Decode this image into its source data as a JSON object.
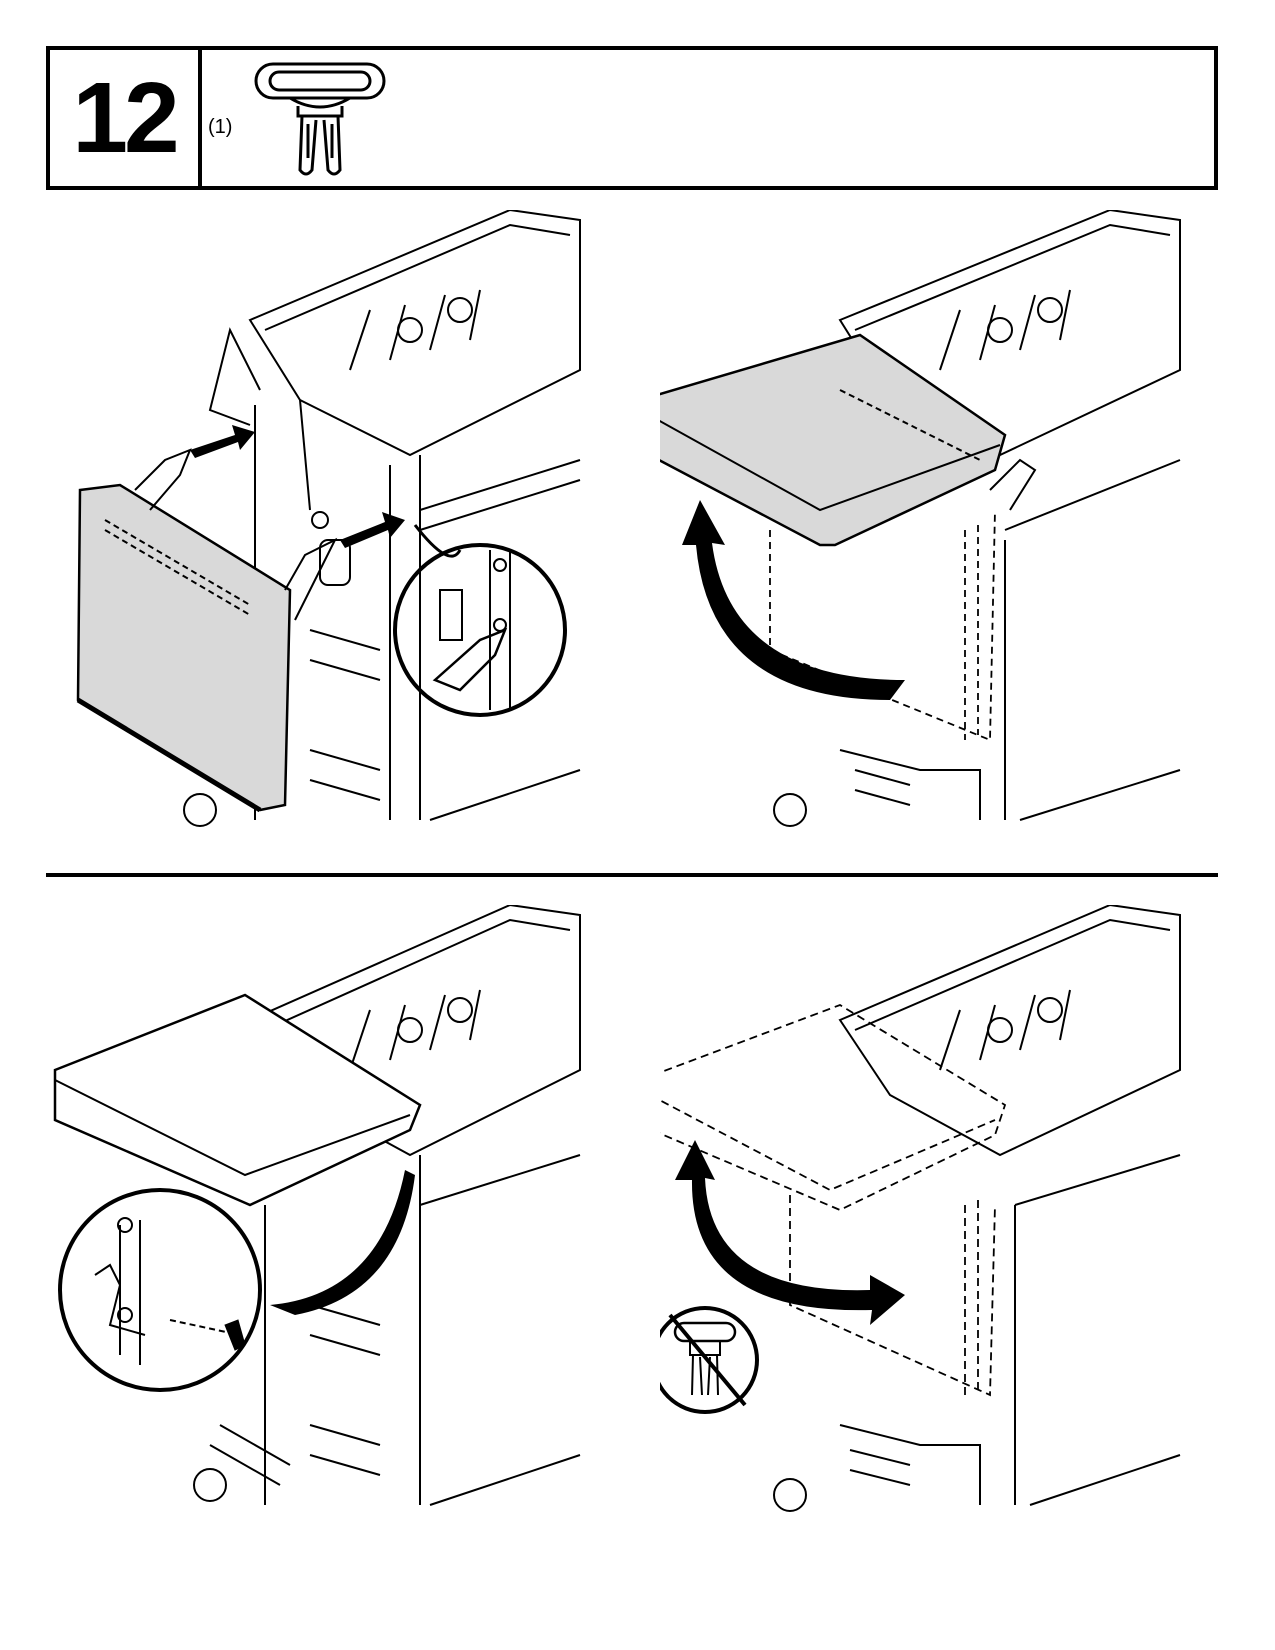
{
  "step": {
    "number": "12",
    "quantity": "(1)",
    "part_icon": "handle-pin-icon"
  },
  "panels": [
    {
      "id": "attach-side-shelf",
      "icons": [
        "side-shelf-icon",
        "arrow-right-icon",
        "zoom-inset-bracket-icon"
      ]
    },
    {
      "id": "rotate-shelf-up",
      "icons": [
        "curved-arrow-icon",
        "shelf-phantom-icon"
      ]
    },
    {
      "id": "insert-pin",
      "icons": [
        "zoom-inset-pin-icon",
        "curved-callout-icon"
      ]
    },
    {
      "id": "fold-shelf-without-pin",
      "icons": [
        "curved-arrow-icon",
        "no-pin-prohibited-icon"
      ]
    }
  ],
  "colors": {
    "line": "#000000",
    "shelf_fill": "#d9d9d9",
    "background": "#ffffff"
  }
}
